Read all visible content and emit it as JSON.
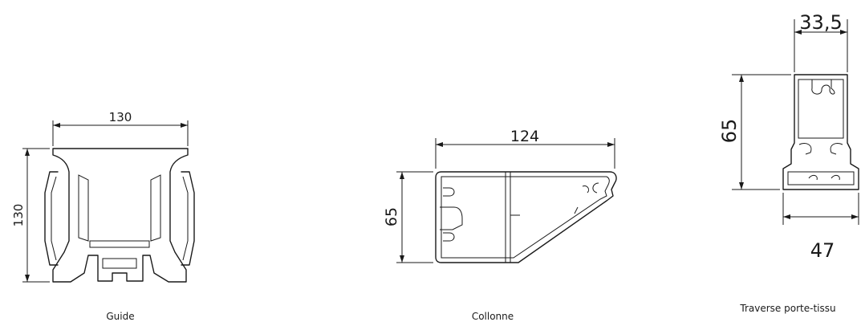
{
  "profiles": [
    {
      "caption": "Guide",
      "width": "130",
      "height": "130"
    },
    {
      "caption": "Collonne",
      "width": "124",
      "height": "65"
    },
    {
      "caption": "Traverse porte-tissu",
      "width_top": "33,5",
      "height": "65",
      "width_bottom": "47"
    }
  ]
}
